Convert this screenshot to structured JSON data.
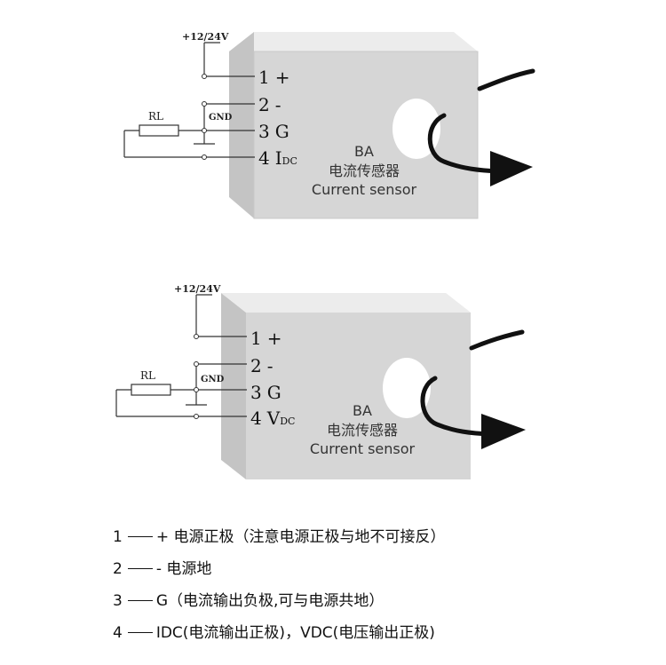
{
  "diagrams": [
    {
      "supply_label": "+12/24V",
      "load_label": "RL",
      "gnd_label": "GND",
      "pins": [
        {
          "num": "1",
          "label": "+",
          "sub": ""
        },
        {
          "num": "2",
          "label": "-",
          "sub": ""
        },
        {
          "num": "3",
          "label": "G",
          "sub": ""
        },
        {
          "num": "4",
          "label": "I",
          "sub": "DC"
        }
      ],
      "model": "BA",
      "name_cn": "电流传感器",
      "name_en": "Current sensor"
    },
    {
      "supply_label": "+12/24V",
      "load_label": "RL",
      "gnd_label": "GND",
      "pins": [
        {
          "num": "1",
          "label": "+",
          "sub": ""
        },
        {
          "num": "2",
          "label": "-",
          "sub": ""
        },
        {
          "num": "3",
          "label": "G",
          "sub": ""
        },
        {
          "num": "4",
          "label": "V",
          "sub": "DC"
        }
      ],
      "model": "BA",
      "name_cn": "电流传感器",
      "name_en": "Current sensor"
    }
  ],
  "legend": [
    {
      "num": "1",
      "text": "+ 电源正极（注意电源正极与地不可接反）"
    },
    {
      "num": "2",
      "text": "- 电源地"
    },
    {
      "num": "3",
      "text": "G（电流输出负极,可与电源共地）"
    },
    {
      "num": "4",
      "text": "IDC(电流输出正极)，VDC(电压输出正极)"
    }
  ],
  "colors": {
    "box_face": "#d8d8d8",
    "box_top": "#ececec",
    "box_side": "#b4b4b4",
    "line": "#333333",
    "arrow": "#111111"
  }
}
